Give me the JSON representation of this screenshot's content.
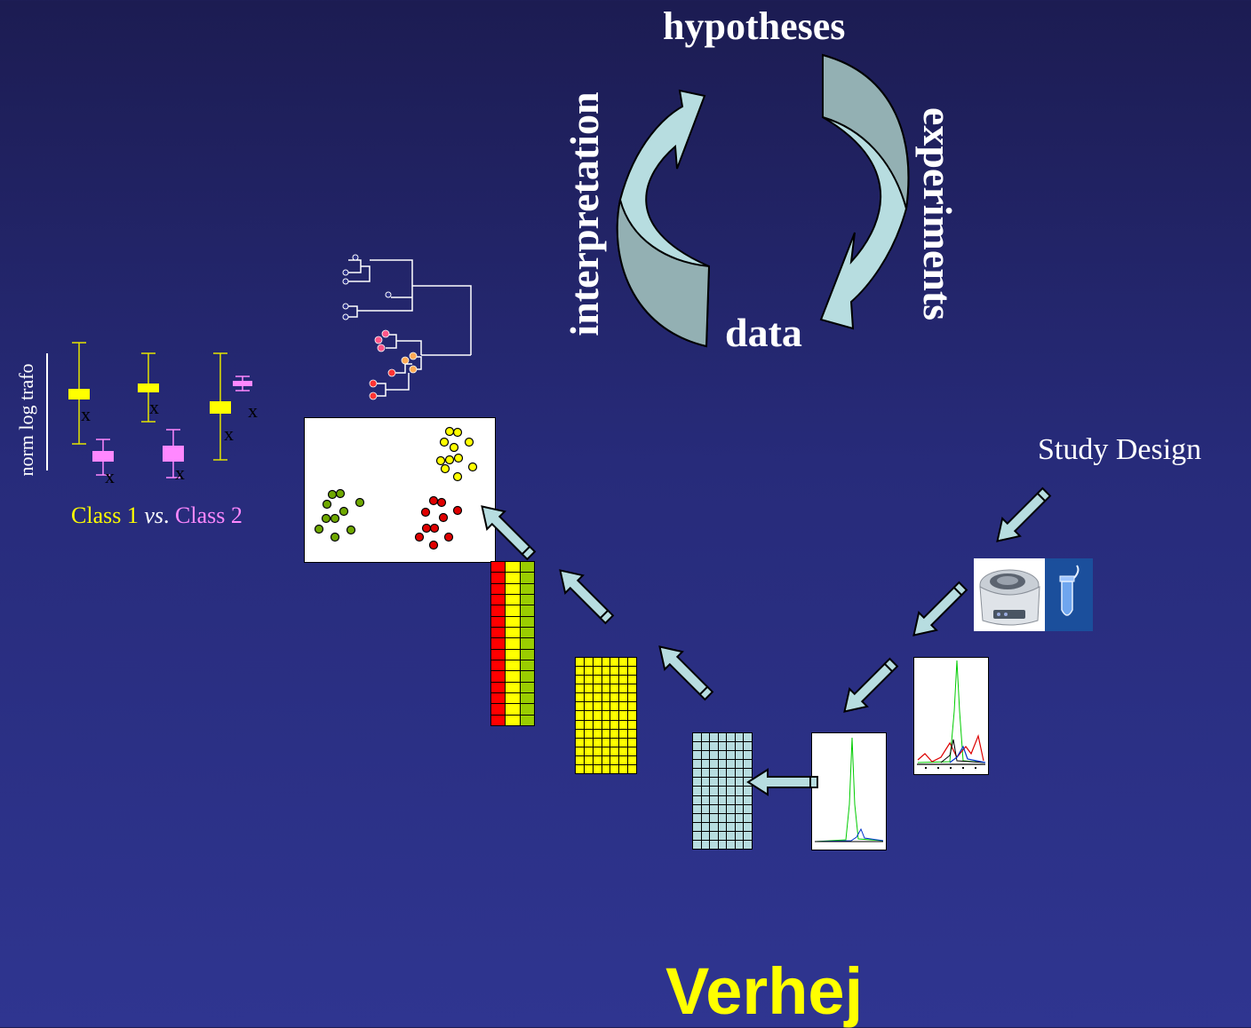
{
  "cycle": {
    "top_label": "hypotheses",
    "right_label": "experiments",
    "bottom_label": "data",
    "left_label": "interpretation"
  },
  "study_design_label": "Study Design",
  "class_comparison": {
    "class1": "Class 1",
    "vs": "vs",
    "dot": ".",
    "class2": "Class 2",
    "class1_color": "#ffff00",
    "class2_color": "#ff88ff"
  },
  "boxplot": {
    "ylabel": "norm log trafo",
    "marker": "x"
  },
  "footer": {
    "name": "Verhej",
    "color": "#ffff00"
  },
  "colors": {
    "background": "#2a2f86",
    "arrow_fill": "#b7dde0",
    "arrow_dark": "#93b0b3",
    "heat_red": "#ff0000",
    "heat_yellow": "#ffff00",
    "heat_green": "#9acd00",
    "cluster_green": "#6fa800",
    "cluster_red": "#e00000"
  },
  "icons": [
    "centrifuge-icon",
    "tube-icon"
  ]
}
